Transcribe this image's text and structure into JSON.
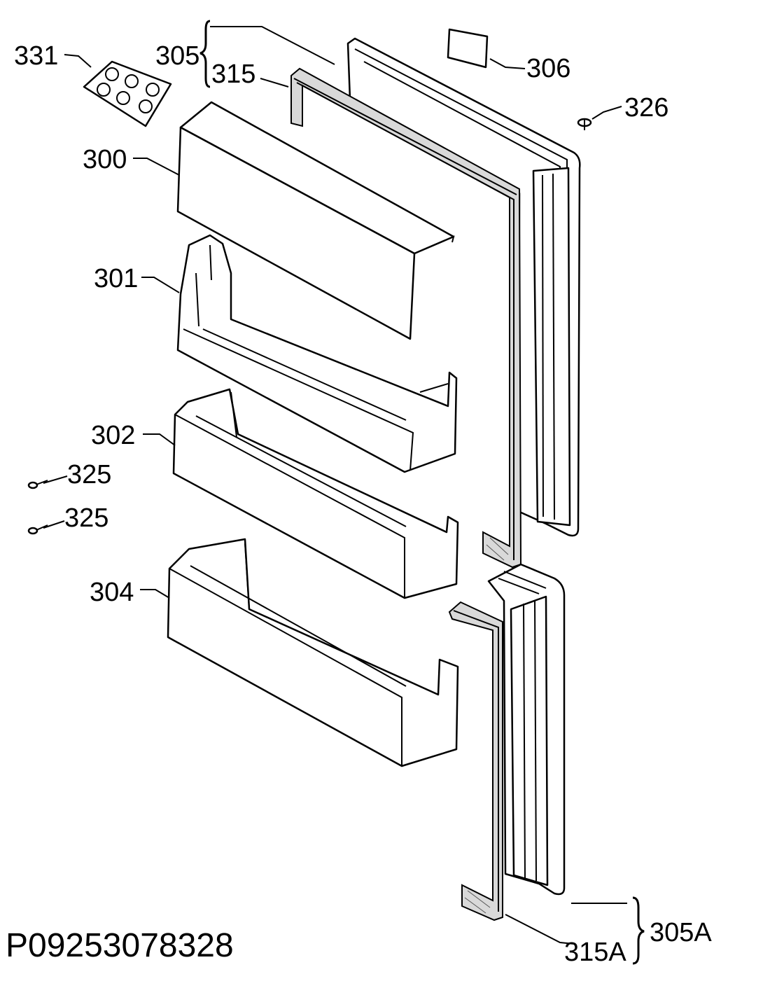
{
  "drawing_id": "P09253078328",
  "labels": {
    "l331": "331",
    "l305": "305",
    "l315": "315",
    "l306": "306",
    "l326": "326",
    "l300": "300",
    "l301": "301",
    "l302": "302",
    "l325a": "325",
    "l325b": "325",
    "l304": "304",
    "l305A": "305A",
    "l315A": "315A"
  }
}
